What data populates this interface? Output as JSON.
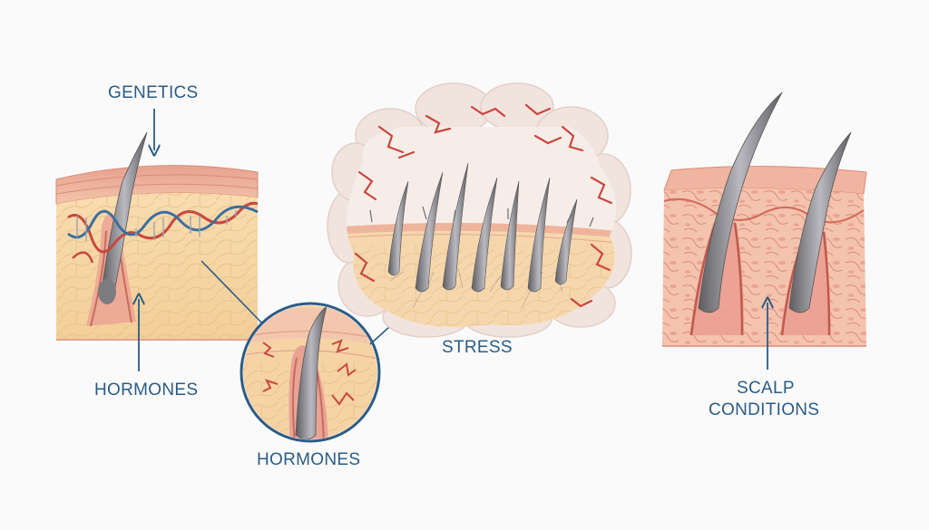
{
  "labels": {
    "genetics": "GENETICS",
    "hormones_left": "HORMONES",
    "hormones_center": "HORMONES",
    "stress": "STRESS",
    "scalp_conditions_line1": "SCALP",
    "scalp_conditions_line2": "CONDITIONS"
  },
  "colors": {
    "label_text": "#2a5c86",
    "arrow": "#2a5c86",
    "skin_top": "#e8a593",
    "skin_tissue": "#f6d6a3",
    "hair": "#6f6f74",
    "dna_red": "#c7483f",
    "dna_blue": "#3d6f9c",
    "stress_cloud": "#f3e6e1",
    "stress_crack": "#c9473f"
  }
}
